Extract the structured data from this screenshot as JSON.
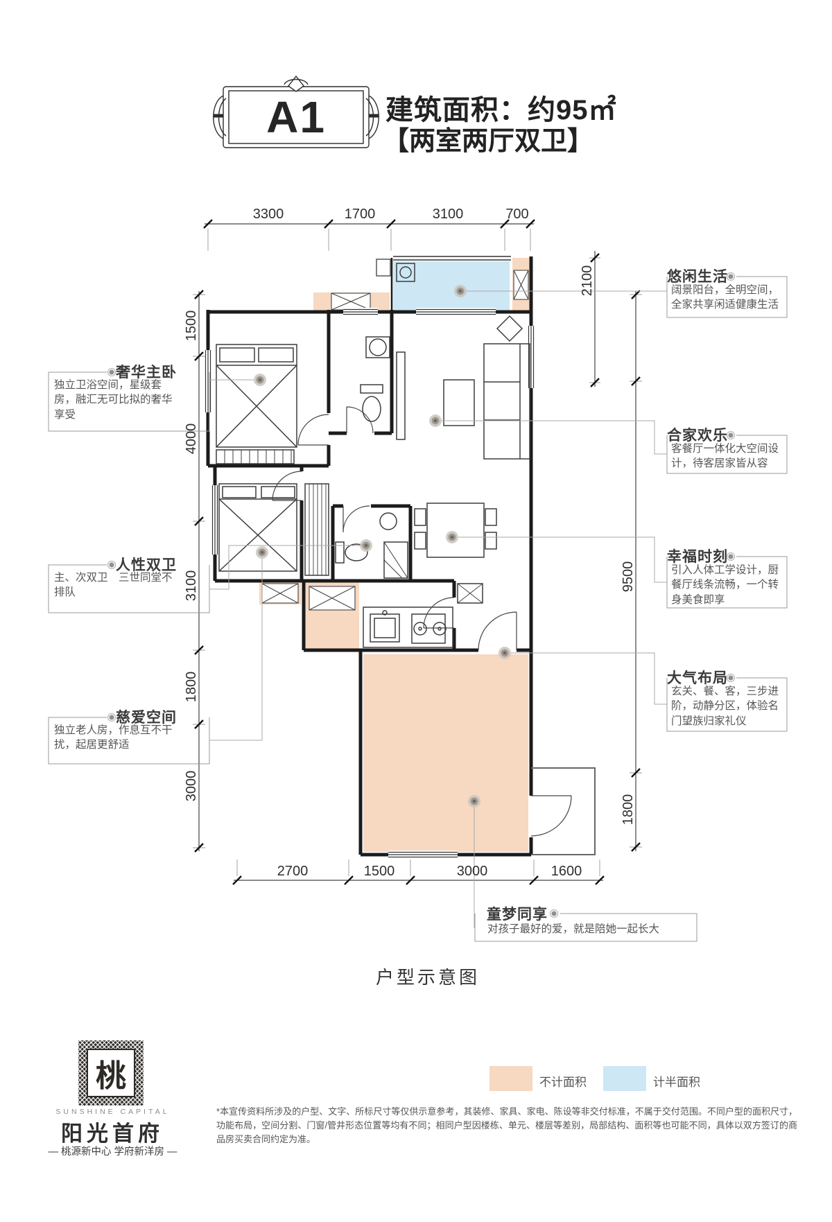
{
  "header": {
    "unit": "A1",
    "area": "建筑面积：约95㎡",
    "type": "【两室两厅双卫】"
  },
  "dims": {
    "top": [
      "3300",
      "1700",
      "3100",
      "700"
    ],
    "left": [
      "1500",
      "4000",
      "3100",
      "1800",
      "3000"
    ],
    "right": [
      "2100",
      "9500",
      "1800"
    ],
    "bottom": [
      "2700",
      "1500",
      "3000",
      "1600"
    ]
  },
  "callouts": [
    {
      "title": "悠闲生活",
      "body": "阔景阳台，全明空间，全家共享闲适健康生活"
    },
    {
      "title": "合家欢乐",
      "body": "客餐厅一体化大空间设计，待客居家皆从容"
    },
    {
      "title": "幸福时刻",
      "body": "引入人体工学设计，厨餐厅线条流畅，一个转身美食即享"
    },
    {
      "title": "大气布局",
      "body": "玄关、餐、客，三步进阶，动静分区，体验名门望族归家礼仪"
    },
    {
      "title": "奢华主卧",
      "body": "独立卫浴空间，星级套房，融汇无可比拟的奢华享受"
    },
    {
      "title": "人性双卫",
      "body": "主、次双卫　三世同堂不排队"
    },
    {
      "title": "慈爱空间",
      "body": "独立老人房，作息互不干扰，起居更舒适"
    },
    {
      "title": "童梦同享",
      "body": "对孩子最好的爱，就是陪她一起长大"
    }
  ],
  "caption": "户型示意图",
  "legend": [
    {
      "label": "不计面积",
      "color": "#f7d8c1"
    },
    {
      "label": "计半面积",
      "color": "#cde7f5"
    }
  ],
  "logo": {
    "seal": "桃",
    "en": "SUNSHINE CAPITAL",
    "cn": "阳光首府",
    "tagline": "— 桃源新中心  学府新洋房 —"
  },
  "disclaimer": "*本宣传资料所涉及的户型、文字、所标尺寸等仅供示意参考，其装修、家具、家电、陈设等非交付标准，不属于交付范围。不同户型的面积尺寸，功能布局，空间分割、门窗/管井形态位置等均有不同；相同户型因楼栋、单元、楼层等差别，局部结构、面积等也可能不同，具体以双方签订的商品房买卖合同约定为准。"
}
